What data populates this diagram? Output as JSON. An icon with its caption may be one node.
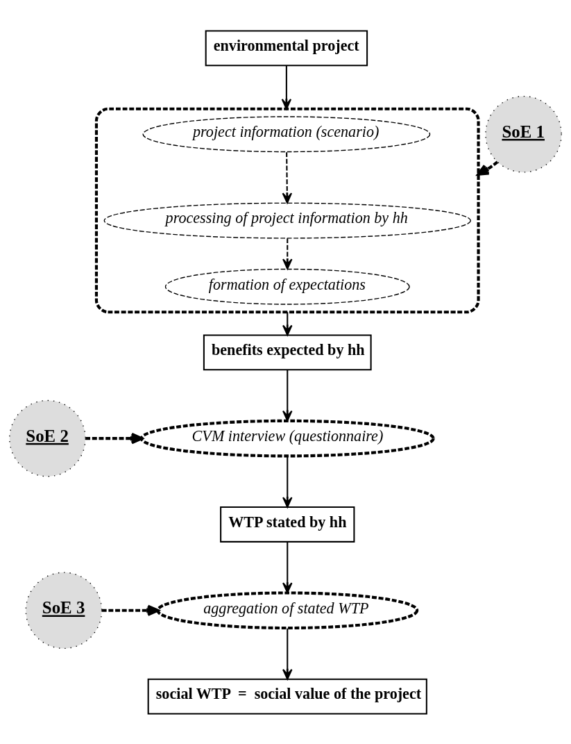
{
  "diagram": {
    "nodes": [
      {
        "text": [
          "environmental project"
        ]
      },
      {
        "text": [],
        "shape": "ellipse"
      },
      {
        "text": [
          "project information (scenario)"
        ],
        "in": 1
      },
      {
        "text": [
          "processing of project information by hh"
        ],
        "in": 1
      },
      {
        "text": [
          "formation of expectations"
        ],
        "in": 1
      },
      {
        "text": [
          "benefits expected by hh"
        ]
      },
      {
        "text": [
          "CVM interview (questionnaire)"
        ]
      },
      {
        "text": [
          "WTP stated by hh"
        ]
      },
      {
        "text": [
          "aggregation of stated WTP"
        ]
      },
      {
        "text": [
          "social WTP  =  social value of the project"
        ]
      },
      {
        "text": [
          "SoE 1"
        ]
      },
      {
        "text": [
          "SoE 2"
        ]
      },
      {
        "text": [
          "SoE 3"
        ]
      }
    ],
    "edges": [
      {
        "from": 0,
        "to": 1,
        "arrow": "to"
      },
      {
        "from": 2,
        "to": 3,
        "arrow": "to",
        "style": "dashed"
      },
      {
        "from": 3,
        "to": 4,
        "arrow": "to",
        "style": "dashed"
      },
      {
        "from": 1,
        "to": 5,
        "arrow": "to"
      },
      {
        "from": 5,
        "to": 6,
        "arrow": "to"
      },
      {
        "from": 6,
        "to": 7,
        "arrow": "to"
      },
      {
        "from": 7,
        "to": 8,
        "arrow": "to"
      },
      {
        "from": 8,
        "to": 9,
        "arrow": "to"
      },
      {
        "from": 10,
        "to": 1,
        "arrow": "to",
        "style": "dashed"
      },
      {
        "from": 11,
        "to": 6,
        "arrow": "to",
        "style": "dashed"
      },
      {
        "from": 12,
        "to": 8,
        "arrow": "to",
        "style": "dashed"
      }
    ]
  }
}
